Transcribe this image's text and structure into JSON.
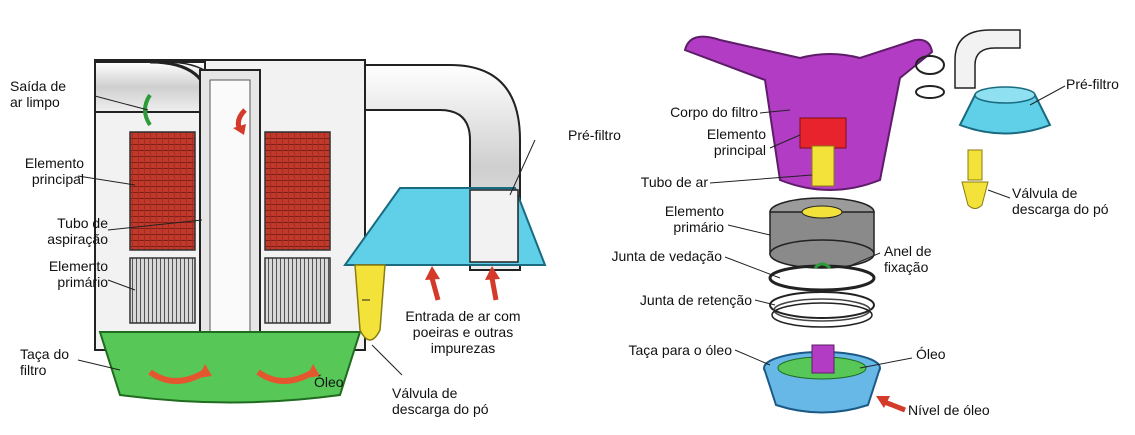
{
  "left_diagram": {
    "labels": {
      "saida_ar_limpo": "Saída de\nar limpo",
      "pre_filtro": "Pré-filtro",
      "elemento_principal": "Elemento\nprincipal",
      "tubo_aspiracao": "Tubo de\naspiração",
      "elemento_primario": "Elemento\nprimário",
      "entrada_ar": "Entrada de ar com\npoeiras e outras\nimpurezas",
      "taca_filtro": "Taça do\nfiltro",
      "oleo": "Óleo",
      "valvula": "Válvula de\ndescarga do pó"
    }
  },
  "right_diagram": {
    "labels": {
      "corpo_filtro": "Corpo do filtro",
      "elemento_principal": "Elemento\nprincipal",
      "tubo_ar": "Tubo de ar",
      "pre_filtro": "Pré-filtro",
      "valvula": "Válvula de\ndescarga do pó",
      "elemento_primario": "Elemento\nprimário",
      "junta_vedacao": "Junta de vedação",
      "anel_fixacao": "Anel de\nfixação",
      "junta_retencao": "Junta de retenção",
      "taca_oleo": "Taça para o óleo",
      "oleo": "Óleo",
      "nivel_oleo": "Nível de óleo"
    }
  },
  "colors": {
    "element_red": "#c0392b",
    "pre_filter_cyan": "#5fd0e8",
    "bowl_green": "#57c757",
    "body_purple": "#b23cc4",
    "valve_yellow": "#f3e23a",
    "arrow_red": "#d43a2a",
    "cup_blue": "#67b8e6"
  }
}
